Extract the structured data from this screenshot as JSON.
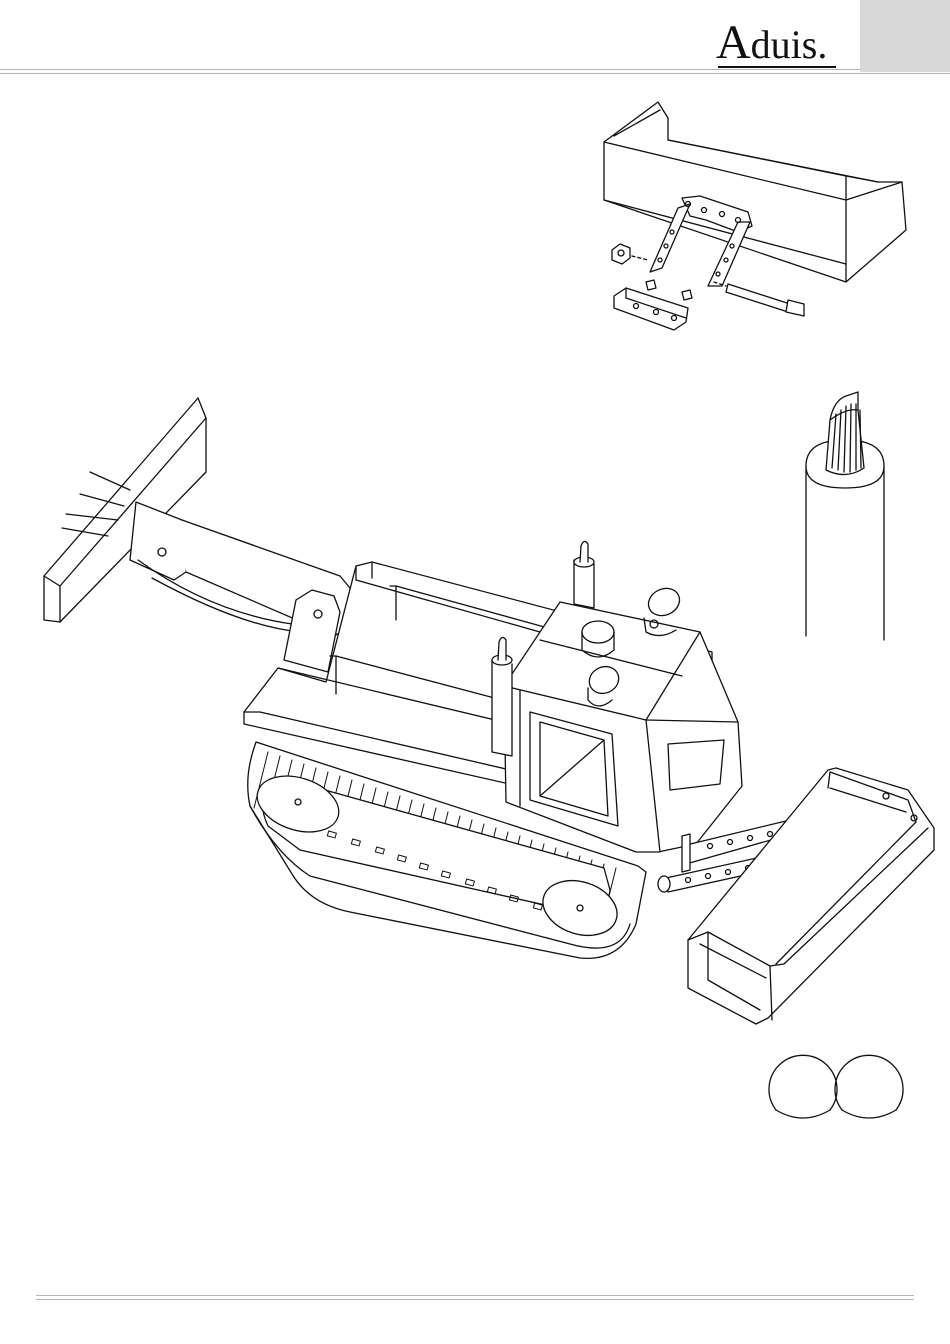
{
  "header": {
    "brand_first": "A",
    "brand_rest": "duis.",
    "accent_color": "#d7d7d7",
    "rule_color": "#b5b5b5"
  },
  "illustrations": {
    "main": "tracked-bulldozer-assembly",
    "detail_top": "bucket-hitch-exploded",
    "detail_right": "exhaust-pipe-closeup",
    "detail_bottom": "two-wheel-discs"
  }
}
